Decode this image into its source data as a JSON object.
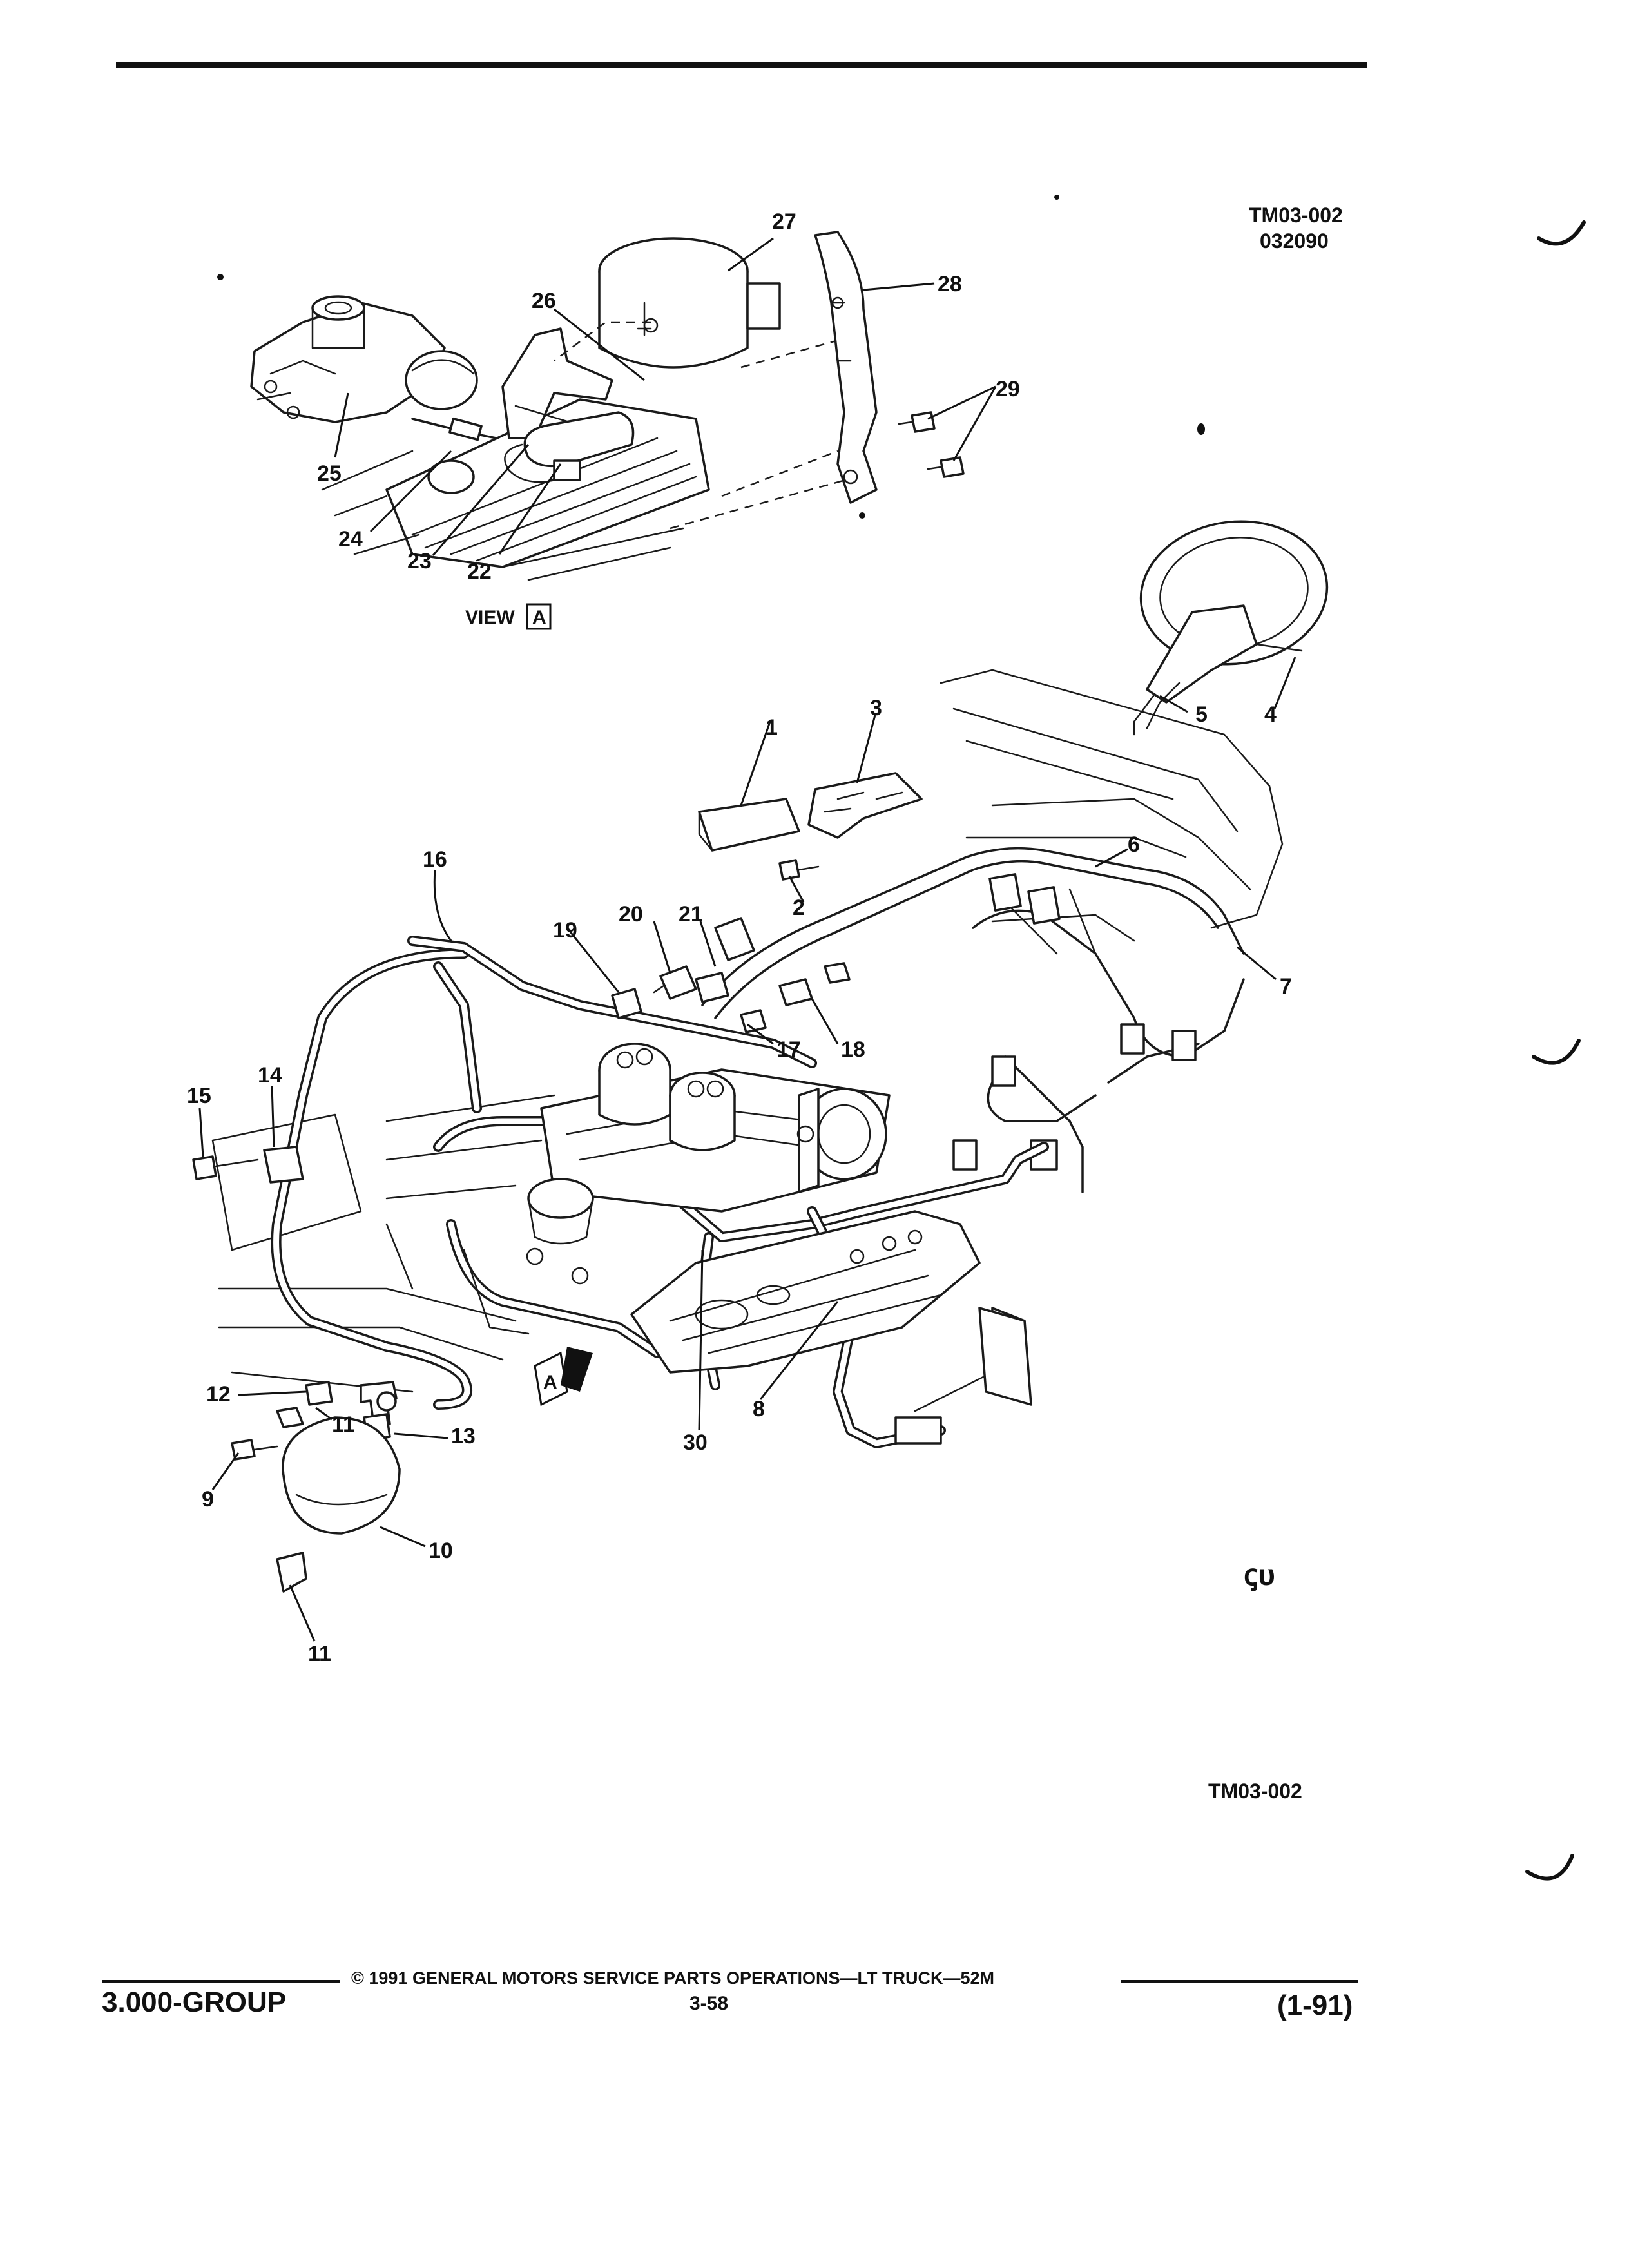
{
  "header": {
    "figure_code": "TM03-002",
    "figure_date": "032090"
  },
  "view_label": {
    "text": "VIEW",
    "letter": "A"
  },
  "arrow_label": "A",
  "callouts": [
    "1",
    "2",
    "3",
    "4",
    "5",
    "6",
    "7",
    "8",
    "9",
    "10",
    "11",
    "11",
    "12",
    "13",
    "14",
    "15",
    "16",
    "17",
    "18",
    "19",
    "20",
    "21",
    "22",
    "23",
    "24",
    "25",
    "26",
    "27",
    "28",
    "29",
    "30"
  ],
  "symbol_mark": "ꞔᴜ",
  "bottom_code": "TM03-002",
  "footer": {
    "group": "3.000-GROUP",
    "copyright": "©  1991  GENERAL MOTORS SERVICE PARTS OPERATIONS—LT TRUCK—52M",
    "page_number": "3-58",
    "revision": "(1-91)"
  }
}
